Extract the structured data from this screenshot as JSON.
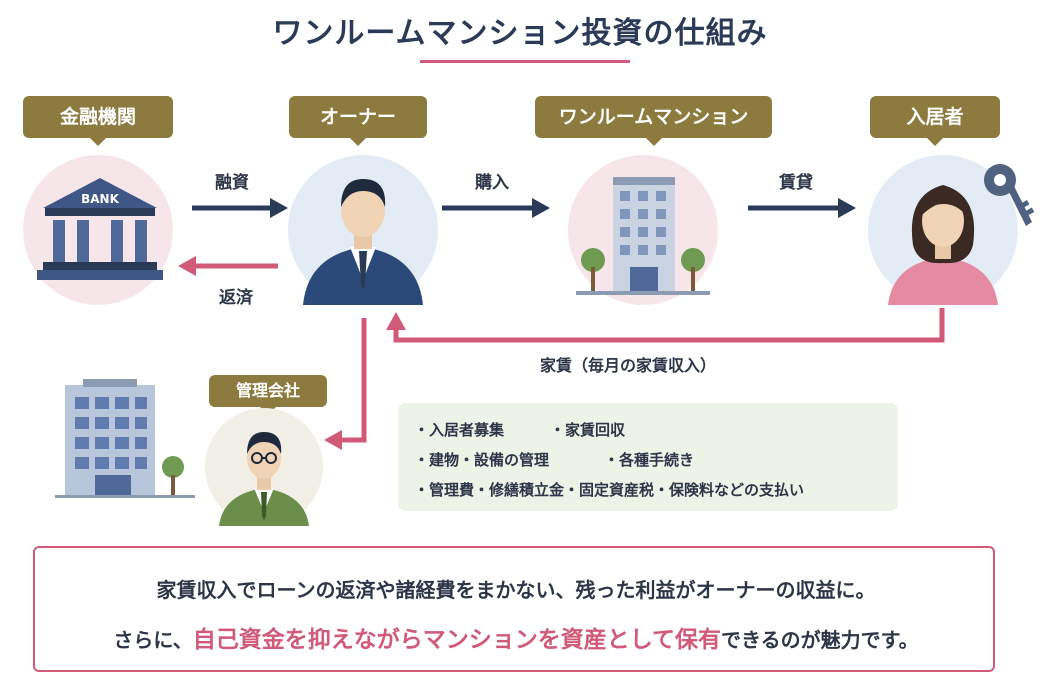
{
  "title": "ワンルームマンション投資の仕組み",
  "nodes": {
    "bank": {
      "label": "金融機関",
      "sign": "BANK"
    },
    "owner": {
      "label": "オーナー"
    },
    "mansion": {
      "label": "ワンルームマンション"
    },
    "tenant": {
      "label": "入居者"
    },
    "management": {
      "label": "管理会社"
    }
  },
  "arrows": {
    "loan": "融資",
    "repay": "返済",
    "purchase": "購入",
    "lease": "賃貸",
    "rent": "家賃（毎月の家賃収入）"
  },
  "tasks": [
    "入居者募集",
    "家賃回収",
    "建物・設備の管理",
    "各種手続き",
    "管理費・修繕積立金・固定資産税・保険料などの支払い"
  ],
  "summary": {
    "line1": "家賃収入でローンの返済や諸経費をまかない、残った利益がオーナーの収益に。",
    "line2_prefix": "さらに、",
    "line2_highlight": "自己資金を抑えながらマンションを資産として保有",
    "line2_suffix": "できるのが魅力です。"
  },
  "colors": {
    "accent": "#d05a78",
    "navy": "#2b3a57",
    "gold": "#8c7a3e",
    "suit_green": "#6b8f4a"
  }
}
